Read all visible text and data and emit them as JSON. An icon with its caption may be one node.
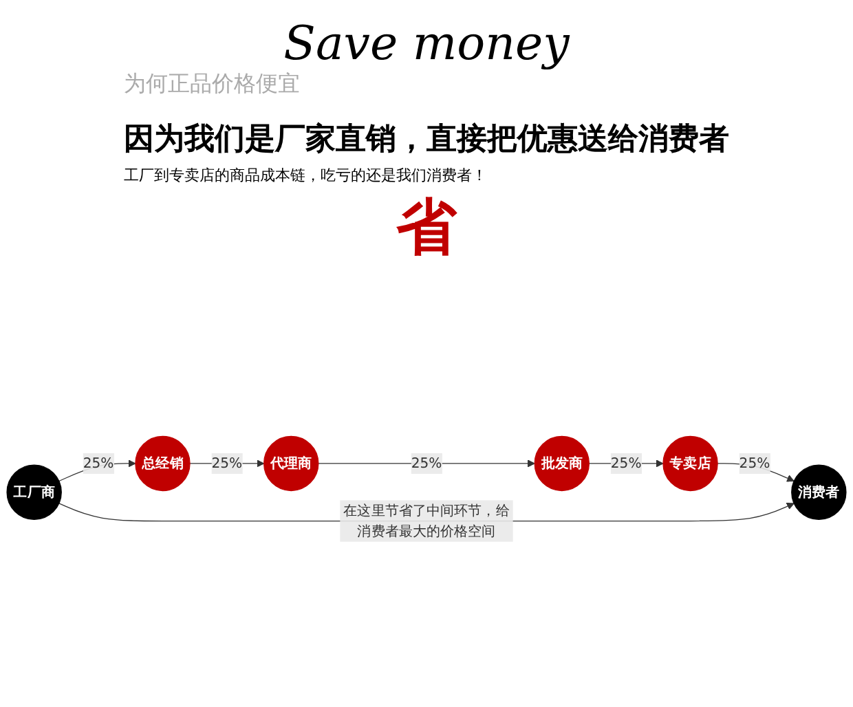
{
  "diagram": {
    "title": "Save money",
    "nodes": [
      {
        "text": [
          "工厂商"
        ]
      },
      {
        "text": [
          "总经销"
        ]
      },
      {
        "text": [
          "代理商"
        ]
      },
      {
        "text": [
          "批发商"
        ]
      },
      {
        "text": [
          "专卖店"
        ]
      },
      {
        "text": [
          "消费者"
        ]
      }
    ],
    "edges": [
      {
        "from": 0,
        "to": 1,
        "arrow": "to",
        "label": "25%"
      },
      {
        "from": 1,
        "to": 2,
        "arrow": "to",
        "label": "25%"
      },
      {
        "from": 2,
        "to": 3,
        "arrow": "to",
        "label": "25%"
      },
      {
        "from": 3,
        "to": 4,
        "arrow": "to",
        "label": "25%"
      },
      {
        "from": 4,
        "to": 5,
        "arrow": "to",
        "label": "25%"
      },
      {
        "from": 0,
        "to": 5,
        "arrow": "to",
        "label": "在这里节省了中间环节，给消费者最大的价格空间"
      }
    ],
    "labels": [
      "为何正品价格便宜",
      "因为我们是厂家直销，直接把优惠送给消费者",
      "工厂到专卖店的商品成本链，吃亏的还是我们消费者！",
      "省"
    ]
  }
}
